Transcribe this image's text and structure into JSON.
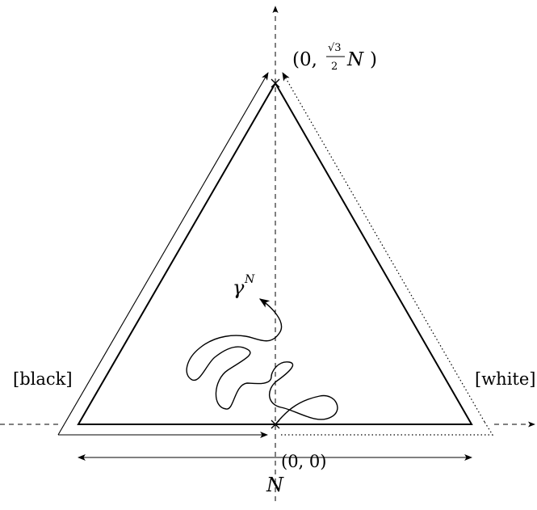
{
  "labels": {
    "top_vertex": {
      "open": "(0,",
      "numerator": "√3",
      "denominator": "2",
      "variable": "N",
      "close": ")"
    },
    "origin": "(0, 0)",
    "left_side": "[black]",
    "right_side": "[white]",
    "curve": {
      "symbol": "γ",
      "superscript": "N"
    },
    "width": "N"
  },
  "colors": {
    "ink": "#000000",
    "background": "#ffffff"
  }
}
